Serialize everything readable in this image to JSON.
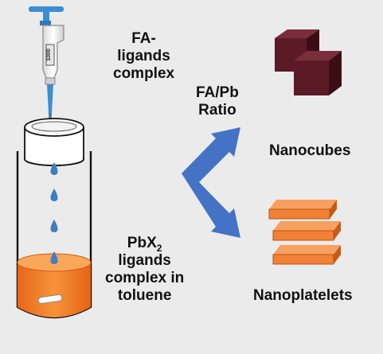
{
  "labels": {
    "fa_complex": [
      "FA-",
      "ligands",
      "complex"
    ],
    "ratio": [
      "FA/Pb",
      "Ratio"
    ],
    "nanocubes": "Nanocubes",
    "nanoplatelets": "Nanoplatelets",
    "pbx2": {
      "base": "PbX",
      "subscript": "2",
      "lines": [
        "ligands",
        "complex in",
        "toluene"
      ]
    }
  },
  "pipette": {
    "display_text": "1000"
  },
  "colors": {
    "pipette_blue": "#3b8ed0",
    "droplet": "#3d7fc0",
    "arrow": "#4472c4",
    "solution": "#f07a1e",
    "nanocube": "#5a1b26",
    "nanoplatelet": "#f08136"
  }
}
